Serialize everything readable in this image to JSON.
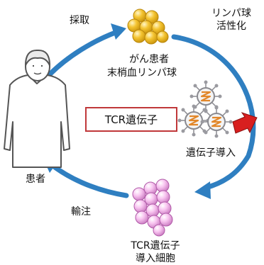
{
  "labels": {
    "collection": "採取",
    "patient_cells_line1": "がん患者",
    "patient_cells_line2": "末梢血リンパ球",
    "activation_line1": "リンパ球",
    "activation_line2": "活性化",
    "tcr_gene_box": "TCR遺伝子",
    "transduction": "遺伝子導入",
    "patient": "患者",
    "infusion": "輸注",
    "modified_cells_line1": "TCR遺伝子",
    "modified_cells_line2": "導入細胞"
  },
  "colors": {
    "cycle_arrow": "#2f7fc1",
    "lymphocyte_fill": "#f4c431",
    "lymphocyte_stroke": "#b8860b",
    "modified_cell_fill": "#f6b7ec",
    "modified_cell_stroke": "#b05aa8",
    "tcr_box_border": "#c0383a",
    "transduction_arrow": "#d81f1f",
    "virus_coat": "#9a9aa0",
    "virus_core": "#e2872a",
    "person_outline": "#555555"
  }
}
